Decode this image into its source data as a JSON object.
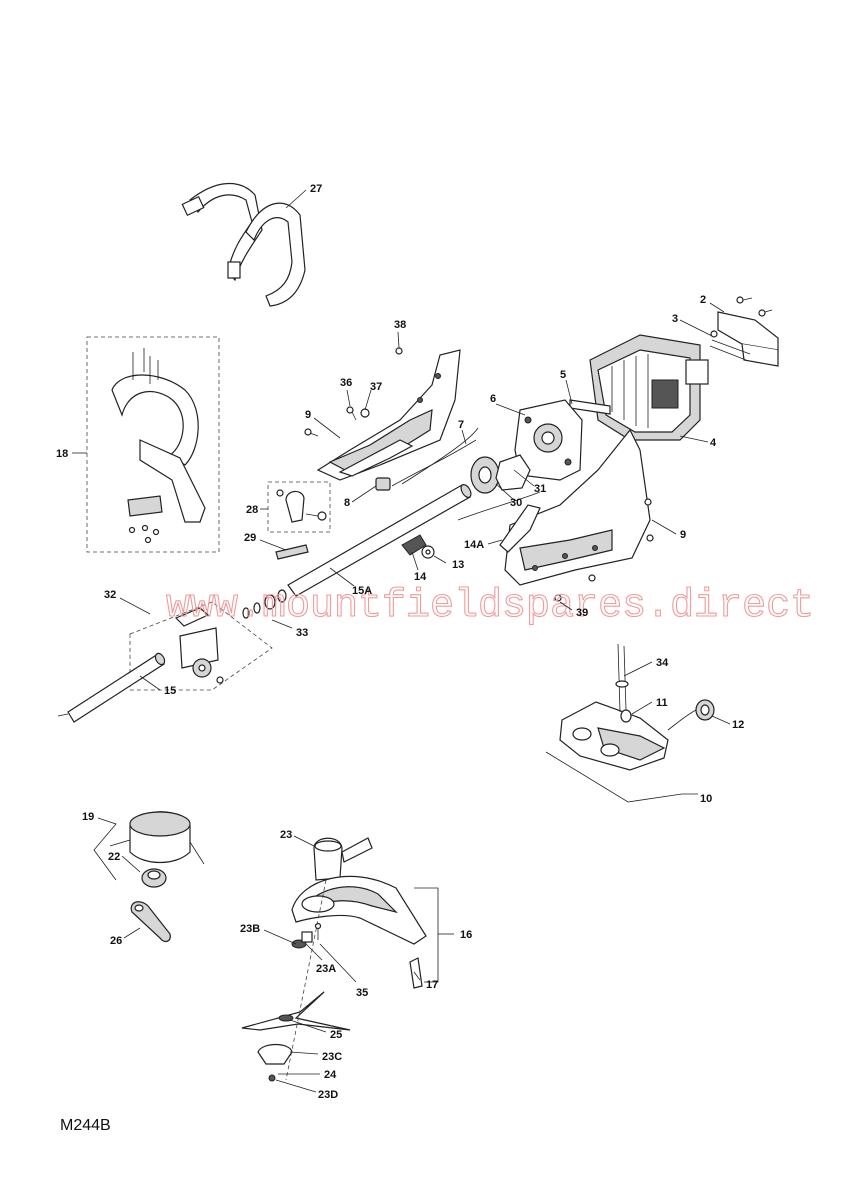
{
  "diagram_code": "M244B",
  "watermark": "www.mountfieldspares.direct",
  "callouts": {
    "c27": "27",
    "c2": "2",
    "c3": "3",
    "c38": "38",
    "c36": "36",
    "c37": "37",
    "c5": "5",
    "c6": "6",
    "c4": "4",
    "c9a": "9",
    "c7": "7",
    "c8": "8",
    "c30": "30",
    "c31": "31",
    "c9b": "9",
    "c18": "18",
    "c28": "28",
    "c29": "29",
    "c14A": "14A",
    "c14": "14",
    "c13": "13",
    "c15A": "15A",
    "c39": "39",
    "c32": "32",
    "c33": "33",
    "c15": "15",
    "c34": "34",
    "c11": "11",
    "c12": "12",
    "c10": "10",
    "c19": "19",
    "c22": "22",
    "c26": "26",
    "c23": "23",
    "c16": "16",
    "c23B": "23B",
    "c23A": "23A",
    "c35": "35",
    "c17": "17",
    "c25": "25",
    "c23C": "23C",
    "c24": "24",
    "c23D": "23D"
  }
}
